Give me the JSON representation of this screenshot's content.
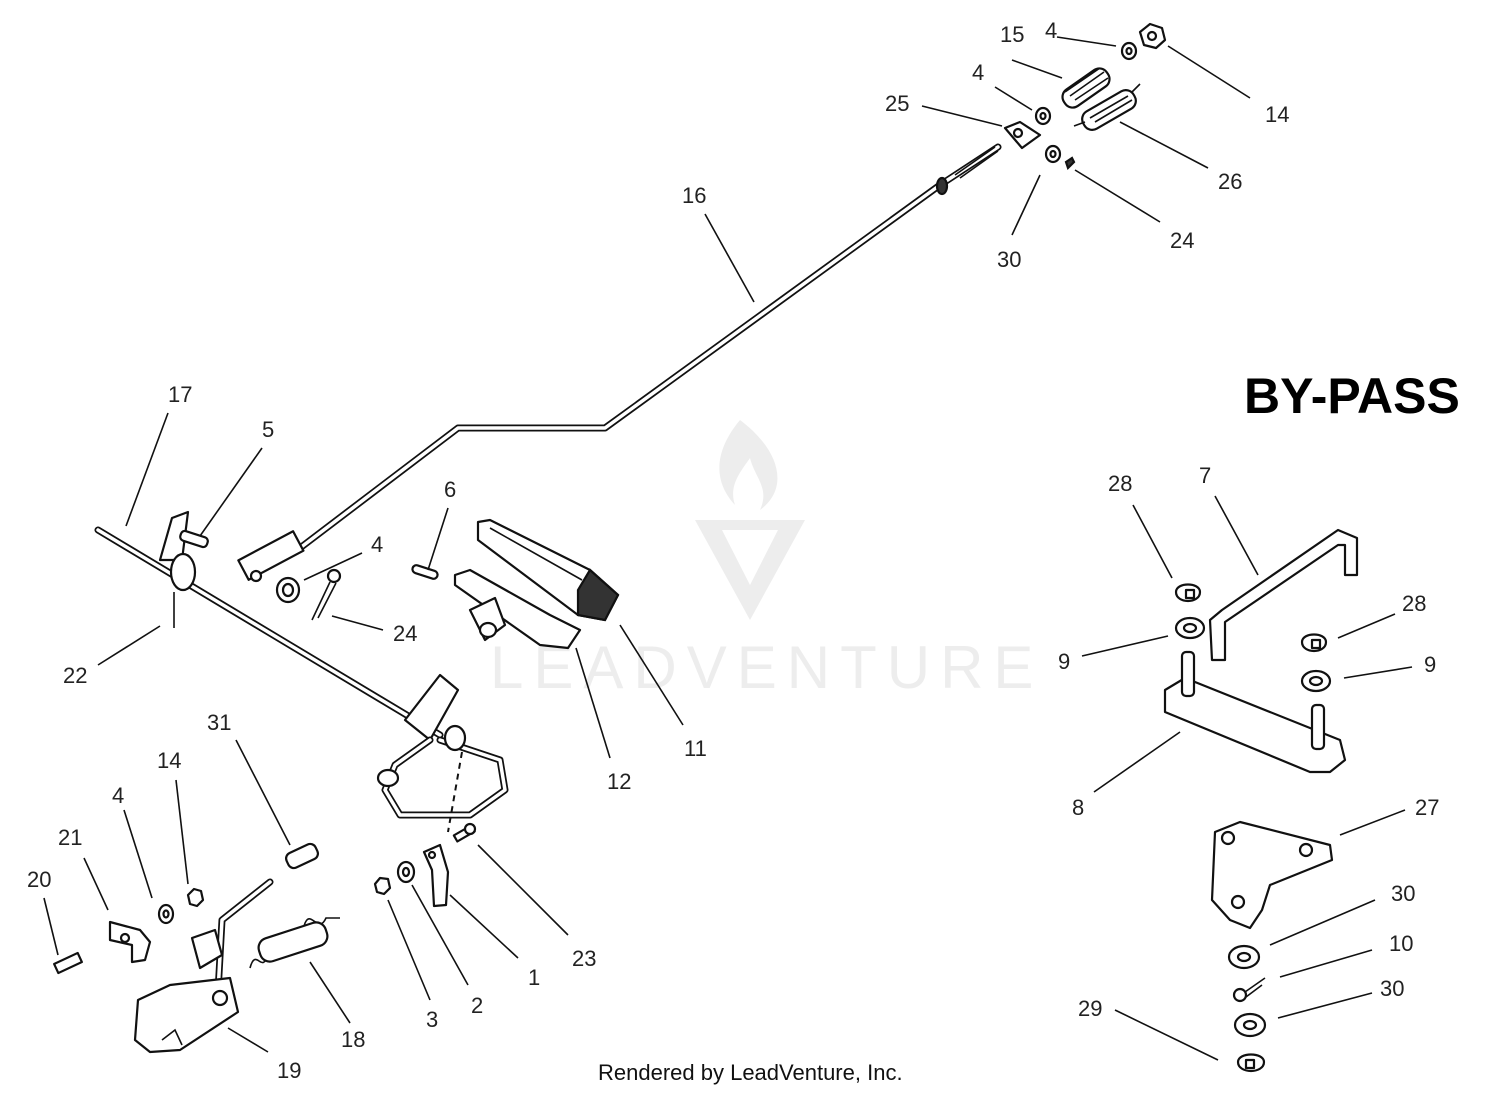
{
  "title": "BY-PASS",
  "credit": "Rendered by LeadVenture, Inc.",
  "watermark": "LEADVENTURE",
  "callouts": {
    "c1": "1",
    "c2": "2",
    "c3": "3",
    "c4a": "4",
    "c4b": "4",
    "c4c": "4",
    "c4d": "4",
    "c5": "5",
    "c6": "6",
    "c7": "7",
    "c8": "8",
    "c9a": "9",
    "c9b": "9",
    "c10": "10",
    "c11": "11",
    "c12": "12",
    "c14a": "14",
    "c14b": "14",
    "c15": "15",
    "c16": "16",
    "c17": "17",
    "c18": "18",
    "c19": "19",
    "c20": "20",
    "c21": "21",
    "c22": "22",
    "c23": "23",
    "c24a": "24",
    "c24b": "24",
    "c25": "25",
    "c26": "26",
    "c27": "27",
    "c28a": "28",
    "c28b": "28",
    "c29": "29",
    "c30a": "30",
    "c30b": "30",
    "c30c": "30",
    "c31": "31"
  }
}
